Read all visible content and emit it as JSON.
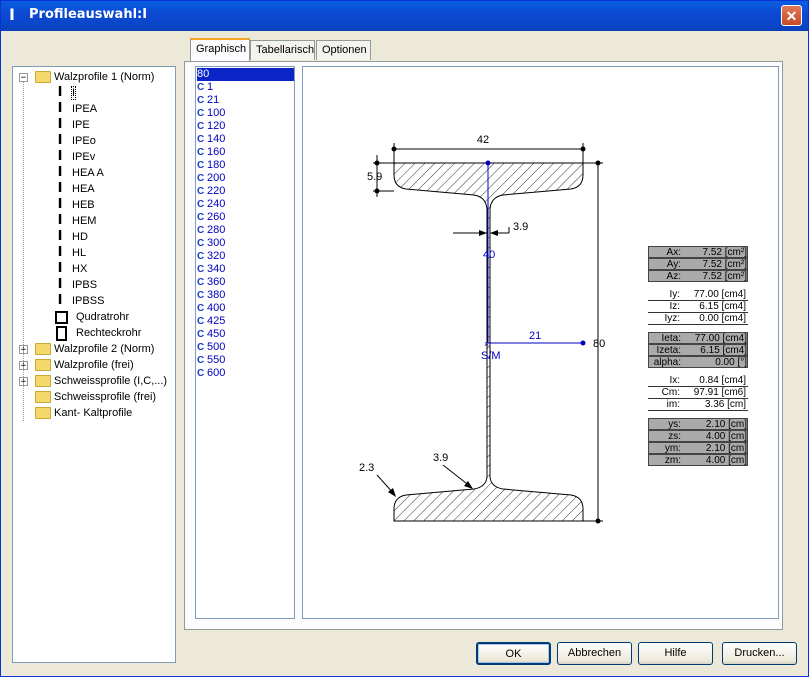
{
  "window": {
    "title": "Profileauswahl:I"
  },
  "tree": {
    "items": [
      {
        "label": "Walzprofile 1 (Norm)",
        "kind": "folder",
        "expander": "−"
      },
      {
        "label": "I",
        "kind": "beam"
      },
      {
        "label": "IPEA",
        "kind": "beam"
      },
      {
        "label": "IPE",
        "kind": "beam"
      },
      {
        "label": "IPEo",
        "kind": "beam"
      },
      {
        "label": "IPEv",
        "kind": "beam"
      },
      {
        "label": "HEA A",
        "kind": "beam"
      },
      {
        "label": "HEA",
        "kind": "beam"
      },
      {
        "label": "HEB",
        "kind": "beam"
      },
      {
        "label": "HEM",
        "kind": "beam"
      },
      {
        "label": "HD",
        "kind": "beam"
      },
      {
        "label": "HL",
        "kind": "beam"
      },
      {
        "label": "HX",
        "kind": "beam"
      },
      {
        "label": "IPBS",
        "kind": "beam"
      },
      {
        "label": "IPBSS",
        "kind": "beam"
      },
      {
        "label": "Qudratrohr",
        "kind": "square"
      },
      {
        "label": "Rechteckrohr",
        "kind": "rect"
      },
      {
        "label": "Walzprofile 2 (Norm)",
        "kind": "folder",
        "expander": "+"
      },
      {
        "label": "Walzprofile (frei)",
        "kind": "folder",
        "expander": "+"
      },
      {
        "label": "Schweissprofile (I,C,...)",
        "kind": "folder",
        "expander": "+"
      },
      {
        "label": "Schweissprofile (frei)",
        "kind": "folder",
        "expander": ""
      },
      {
        "label": "Kant- Kaltprofile",
        "kind": "folder",
        "expander": ""
      }
    ]
  },
  "tabs": [
    {
      "label": "Graphisch",
      "active": true
    },
    {
      "label": "Tabellarisch",
      "active": false
    },
    {
      "label": "Optionen",
      "active": false
    }
  ],
  "sizes": {
    "selected": "80",
    "items": [
      "1",
      "21",
      "100",
      "120",
      "140",
      "160",
      "180",
      "200",
      "220",
      "240",
      "260",
      "280",
      "300",
      "320",
      "340",
      "360",
      "380",
      "400",
      "425",
      "450",
      "500",
      "550",
      "600"
    ]
  },
  "drawing": {
    "dims": {
      "width": "42",
      "flange_thickness": "5.9",
      "web_thickness": "3.9",
      "web_half": "40",
      "half_width": "21",
      "height": "80",
      "r2": "2.3",
      "r1": "3.9",
      "center_label": "S/M"
    }
  },
  "properties": [
    {
      "label": "Ax:",
      "value": "7.52 [cm²]",
      "style": "g"
    },
    {
      "label": "Ay:",
      "value": "7.52 [cm²]",
      "style": "g"
    },
    {
      "label": "Az:",
      "value": "7.52 [cm²]",
      "style": "g"
    },
    {
      "label": "Iy:",
      "value": "77.00 [cm4]",
      "style": "w"
    },
    {
      "label": "Iz:",
      "value": "6.15 [cm4]",
      "style": "w"
    },
    {
      "label": "Iyz:",
      "value": "0.00 [cm4]",
      "style": "w"
    },
    {
      "label": "Ieta:",
      "value": "77.00 [cm4]",
      "style": "g"
    },
    {
      "label": "Izeta:",
      "value": "6.15 [cm4]",
      "style": "g"
    },
    {
      "label": "alpha:",
      "value": "0.00 [°]",
      "style": "g"
    },
    {
      "label": "Ix:",
      "value": "0.84 [cm4]",
      "style": "w"
    },
    {
      "label": "Cm:",
      "value": "97.91 [cm6]",
      "style": "w"
    },
    {
      "label": "im:",
      "value": "3.36 [cm]",
      "style": "w"
    },
    {
      "label": "ys:",
      "value": "2.10 [cm]",
      "style": "g"
    },
    {
      "label": "zs:",
      "value": "4.00 [cm]",
      "style": "g"
    },
    {
      "label": "ym:",
      "value": "2.10 [cm]",
      "style": "g"
    },
    {
      "label": "zm:",
      "value": "4.00 [cm]",
      "style": "g"
    }
  ],
  "buttons": {
    "ok": "OK",
    "cancel": "Abbrechen",
    "help": "Hilfe",
    "print": "Drucken..."
  }
}
